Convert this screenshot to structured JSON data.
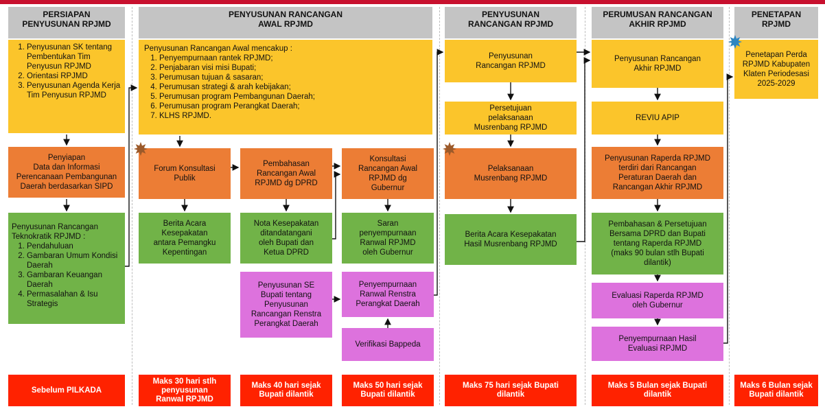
{
  "columns": [
    {
      "title": "PERSIAPAN\nPENYUSUNAN RPJMD"
    },
    {
      "title": "PENYUSUNAN RANCANGAN\nAWAL RPJMD"
    },
    {
      "title": "PENYUSUNAN\nRANCANGAN RPJMD"
    },
    {
      "title": "PERUMUSAN RANCANGAN\nAKHIR RPJMD"
    },
    {
      "title": "PENETAPAN\nRPJMD"
    }
  ],
  "col1": {
    "sk_box": [
      "Penyusunan SK tentang Pembentukan Tim Penyusun RPJMD",
      "Orientasi RPJMD",
      "Penyusunan Agenda Kerja Tim Penyusun RPJMD"
    ],
    "data_box": "Penyiapan\nData dan Informasi\nPerencanaan Pembangunan\nDaerah berdasarkan SIPD",
    "tekno_intro": "Penyusunan Rancangan Teknokratik RPJMD :",
    "tekno_items": [
      "Pendahuluan",
      "Gambaran Umum Kondisi Daerah",
      "Gambaran Keuangan Daerah",
      "Permasalahan & Isu Strategis"
    ]
  },
  "col2": {
    "awal_intro": "Penyusunan Rancangan Awal mencakup :",
    "awal_items": [
      "Penyempurnaan rantek RPJMD;",
      "Penjabaran visi misi Bupati;",
      "Perumusan tujuan & sasaran;",
      "Perumusan strategi & arah kebijakan;",
      "Perumusan program Pembangunan Daerah;",
      "Perumusan program Perangkat Daerah;",
      "KLHS RPJMD."
    ],
    "forum": "Forum Konsultasi\nPublik",
    "berita_acara": "Berita Acara\nKesepakatan\nantara Pemangku\nKepentingan",
    "pembahasan": "Pembahasan\nRancangan Awal\nRPJMD dg DPRD",
    "nota": "Nota Kesepakatan\nditandatangani\noleh Bupati dan\nKetua DPRD",
    "se_bupati": "Penyusunan SE\nBupati tentang\nPenyusunan\nRancangan Renstra\nPerangkat Daerah",
    "konsultasi": "Konsultasi\nRancangan Awal\nRPJMD dg\nGubernur",
    "saran": "Saran\npenyempurnaan\nRanwal RPJMD\noleh Gubernur",
    "penyempurnaan_renstra": "Penyempurnaan\nRanwal Renstra\nPerangkat Daerah",
    "verifikasi": "Verifikasi Bappeda"
  },
  "col3": {
    "penyusunan": "Penyusunan\nRancangan RPJMD",
    "persetujuan": "Persetujuan\npelaksanaan\nMusrenbang RPJMD",
    "pelaksanaan": "Pelaksanaan\nMusrenbang RPJMD",
    "berita_acara": "Berita Acara Kesepakatan\nHasil Musrenbang RPJMD"
  },
  "col4": {
    "penyusunan_akhir": "Penyusunan Rancangan\nAkhir RPJMD",
    "reviu": "REVIU APIP",
    "raperda": "Penyusunan Raperda RPJMD\nterdiri dari Rancangan\nPeraturan Daerah dan\nRancangan Akhir RPJMD",
    "pembahasan": "Pembahasan & Persetujuan\nBersama DPRD dan Bupati\ntentang Raperda RPJMD\n(maks 90 bulan stlh Bupati\ndilantik)",
    "evaluasi": "Evaluasi Raperda RPJMD\noleh Gubernur",
    "penyempurnaan": "Penyempurnaan Hasil\nEvaluasi RPJMD"
  },
  "col5": {
    "penetapan": "Penetapan Perda\nRPJMD Kabupaten\nKlaten Periodesasi\n2025-2029"
  },
  "deadlines": [
    "Sebelum PILKADA",
    "Maks 30 hari stlh\npenyusunan\nRanwal RPJMD",
    "Maks 40 hari sejak\nBupati dilantik",
    "Maks 50 hari sejak\nBupati dilantik",
    "Maks 75 hari sejak Bupati\ndilantik",
    "Maks 5 Bulan sejak Bupati\ndilantik",
    "Maks 6 Bulan sejak\nBupati dilantik"
  ],
  "colors": {
    "header": "#c4c4c4",
    "yellow": "#fbc52b",
    "orange": "#ec7d35",
    "green": "#71b348",
    "pink": "#dd72dd",
    "red": "#ff2200",
    "brand_bar": "#c8102e",
    "star_brown": "#9c5a2a",
    "star_blue": "#2e86c1"
  }
}
